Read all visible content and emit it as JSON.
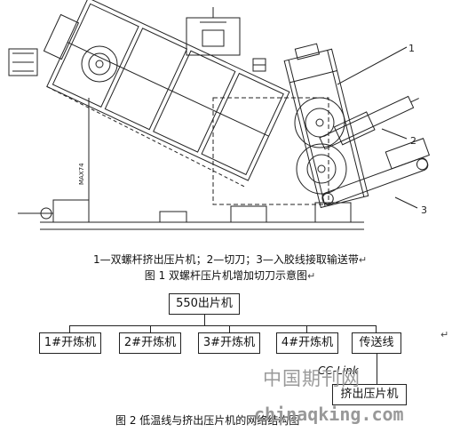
{
  "figure1": {
    "callouts": [
      "1",
      "2",
      "3"
    ],
    "legend": "1—双螺杆挤出压片机；2—切刀；3—入胶线接取输送带",
    "caption": "图 1 双螺杆压片机增加切刀示意图",
    "side_label": "MAX74"
  },
  "figure2": {
    "top": "550出片机",
    "children": [
      "1#开炼机",
      "2#开炼机",
      "3#开炼机",
      "4#开炼机",
      "传送线"
    ],
    "link_label": "CC-Link",
    "bottom": "挤出压片机",
    "caption": "图 2 低温线与挤出压片机的网络结构图"
  },
  "watermark": {
    "cn": "中国期刊网",
    "url": "chinaqking.com"
  },
  "marks": {
    "return": "↵"
  }
}
